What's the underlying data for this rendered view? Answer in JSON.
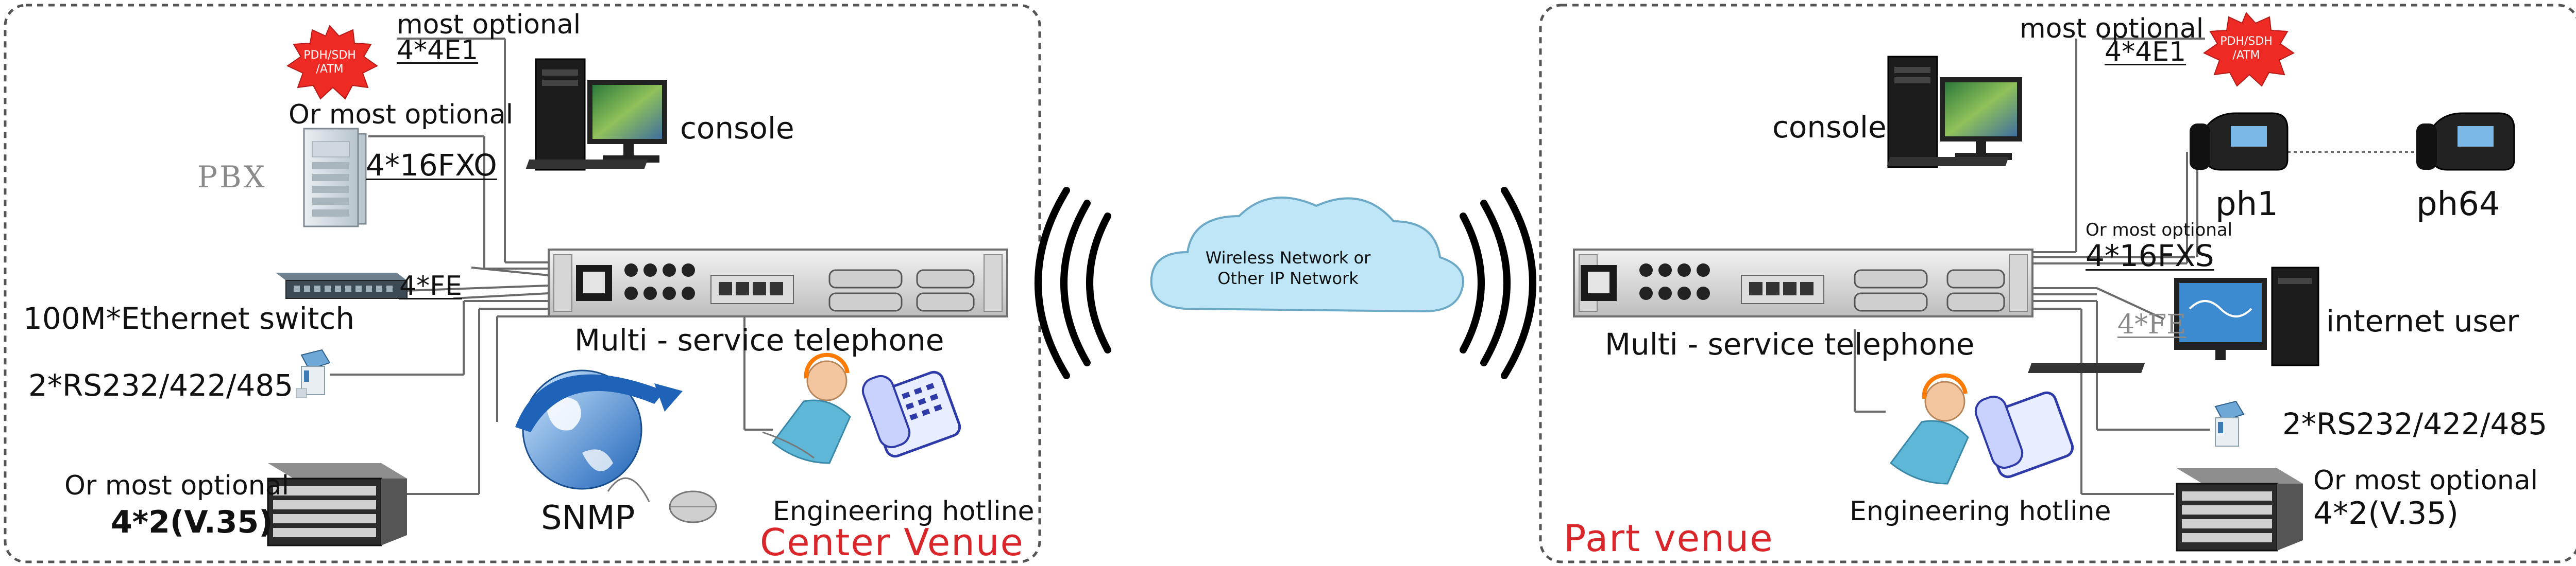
{
  "colors": {
    "frame": "#555555",
    "venue_text": "#d9262a",
    "burst": "#ee2a24",
    "cloud": "#bfe6f7",
    "cloud_stroke": "#6ba9c6",
    "line": "#6a6a6a"
  },
  "center": {
    "most_optional_top": "most optional",
    "e1": "4*4E1",
    "pdh_line1": "PDH/SDH",
    "pdh_line2": "/ATM",
    "or_most_optional_fxo": "Or most optional",
    "pbx": "PBX",
    "fxo": "4*16FXO",
    "console": "console",
    "fe": "4*FE",
    "ethernet_switch": "100M*Ethernet switch",
    "rs232": "2*RS232/422/485",
    "or_most_optional_v35": "Or most optional",
    "v35": "4*2(V.35)",
    "snmp": "SNMP",
    "device": "Multi - service telephone",
    "hotline": "Engineering hotline",
    "venue": "Center  Venue"
  },
  "network": {
    "cloud_line1": "Wireless Network or",
    "cloud_line2": "Other IP Network"
  },
  "part": {
    "most_optional_top": "most optional",
    "e1": "4*4E1",
    "pdh_line1": "PDH/SDH",
    "pdh_line2": "/ATM",
    "console": "console",
    "ph1": "ph1",
    "ph64": "ph64",
    "or_most_optional_fxs": "Or most optional",
    "fxs": "4*16FXS",
    "fe": "4*FE",
    "internet_user": "internet user",
    "device": "Multi - service telephone",
    "rs232": "2*RS232/422/485",
    "hotline": "Engineering hotline",
    "or_most_optional_v35": "Or most optional",
    "v35": "4*2(V.35)",
    "venue": "Part venue"
  },
  "icons": [
    "pdh-burst-icon",
    "pbx-cabinet-icon",
    "desktop-computer-icon",
    "ethernet-switch-icon",
    "serial-converter-icon",
    "v35-chassis-icon",
    "snmp-globe-icon",
    "mouse-icon",
    "rack-device-icon",
    "operator-headset-icon",
    "telephone-icon",
    "ip-phone-icon",
    "wireless-waves-icon",
    "cloud-icon"
  ]
}
